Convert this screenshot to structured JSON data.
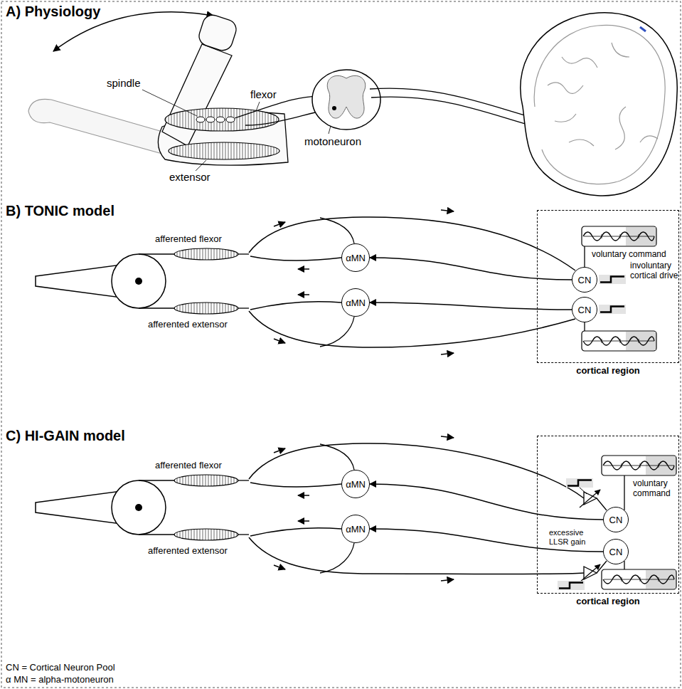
{
  "diagram": {
    "nodes": [
      {
        "text": [
          "cortical region"
        ]
      },
      {
        "text": [
          "CN"
        ],
        "in": 0
      },
      {
        "text": [
          "CN"
        ],
        "in": 0
      },
      {
        "text": [
          "αMN"
        ]
      },
      {
        "text": [
          "αMN"
        ]
      },
      {
        "text": [
          "cortical region"
        ]
      },
      {
        "text": [
          "CN"
        ],
        "in": 5
      },
      {
        "text": [
          "CN"
        ],
        "in": 5
      },
      {
        "text": [
          "αMN"
        ]
      },
      {
        "text": [
          "αMN"
        ]
      }
    ],
    "edges": [
      {
        "from": 1,
        "to": 3,
        "arrow": "to"
      },
      {
        "from": 2,
        "to": 4,
        "arrow": "to"
      },
      {
        "from": 6,
        "to": 8,
        "arrow": "to"
      },
      {
        "from": 7,
        "to": 9,
        "arrow": "to"
      }
    ],
    "labels": [
      "A) Physiology",
      "spindle",
      "flexor",
      "motoneuron",
      "extensor",
      "B) TONIC model",
      "afferented flexor",
      "afferented extensor",
      "voluntary command",
      "involuntary cortical drive",
      "C) HI-GAIN model",
      "afferented flexor",
      "afferented extensor",
      "voluntary command",
      "excessive LLSR gain",
      "CN = Cortical Neuron Pool",
      "α MN = alpha-motoneuron"
    ]
  }
}
